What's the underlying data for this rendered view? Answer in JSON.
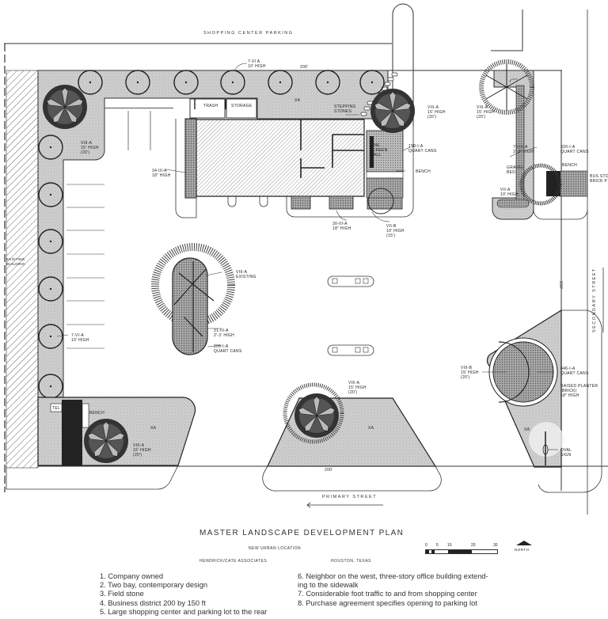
{
  "plan": {
    "streets": {
      "top": "SHOPPING CENTER PARKING",
      "bottom": "PRIMARY STREET",
      "right": "SECONDARY STREET"
    },
    "dimensions": {
      "top": "200'",
      "bottom": "200'",
      "right": "150'"
    },
    "buildings": {
      "trash": "TRASH",
      "storage": "STORAGE",
      "west_neighbor": "EXISTING BUILDING"
    },
    "labels": {
      "top_trees": "7-VI A\n10' HIGH",
      "top_xa": "XA",
      "stepping_stones": "STEPPING\nSTONES",
      "nw_tree": "VIII-A\n15' HIGH\n(20')",
      "ne_tree": "VIII-A\n15' HIGH\n(20')",
      "far_ne_tree": "VIII-A\n15' HIGH\n(20')",
      "hedge_west": "34-III-A\n18\" HIGH",
      "pine_screen": "PINE\nSCREEN\nWALL",
      "quart_cans_158": "158-I-A\nQUART CANS",
      "bench_1": "BENCH",
      "hedge_front": "30-III-A\n18\" HIGH",
      "vii_b_tree": "VII-B\n10' HIGH\n(15')",
      "hedge_73": "73-III-A\n2'-3' HIGH",
      "quart_cans_320": "320-I-A\nQUART CANS",
      "gravel_bed": "GRAVEL\nBED",
      "bench_2": "BENCH",
      "bus_stop": "BUS STOP\nBRICK P",
      "vii_a_tree": "VII-A\n10' HIGH",
      "existing_tree": "VIII-A\nEXISTING",
      "hedge_31": "31-III-A\n2'-3' HIGH",
      "quart_cans_205": "205-I-A\nQUART CANS",
      "west_trees": "7-VI-A\n10' HIGH",
      "tel": "TEL",
      "bench_3": "BENCH",
      "sw_tree": "VIII-A\n15' HIGH\n(20')",
      "sw_xa": "XA",
      "south_tree": "VIII-A\n15' HIGH\n(20')",
      "south_xa": "XA",
      "se_tree": "VIII-B\n15' HIGH\n(20')",
      "quart_cans_446": "446-I-A\nQUART CANS",
      "raised_planter": "RAISED PLANTER\n(BRICK)\n18\" HIGH",
      "se_xa": "XA",
      "oval_sign": "OVAL\nSIGN"
    }
  },
  "title_block": {
    "title": "MASTER LANDSCAPE DEVELOPMENT PLAN",
    "subtitle": "NEW URBAN LOCATION",
    "firm": "HENDRICK/CATE ASSOCIATES",
    "location": "HOUSTON, TEXAS",
    "scale_ticks": [
      "0",
      "5",
      "10",
      "20",
      "30"
    ],
    "north": "NORTH"
  },
  "notes": {
    "left": [
      "1. Company owned",
      "2. Two bay, contemporary design",
      "3. Field stone",
      "4. Business district 200 by 150 ft",
      "5. Large shopping center and parking lot to the rear"
    ],
    "right": [
      "6. Neighbor on the west, three-story office building extend-",
      "ing to the sidewalk",
      "7. Considerable foot traffic to and from shopping center",
      "8. Purchase agreement specifies opening to parking lot"
    ]
  },
  "colors": {
    "ink": "#222222",
    "planting_gray": "#c9c9c9",
    "dense_gray": "#9a9a9a",
    "paper": "#ffffff"
  }
}
